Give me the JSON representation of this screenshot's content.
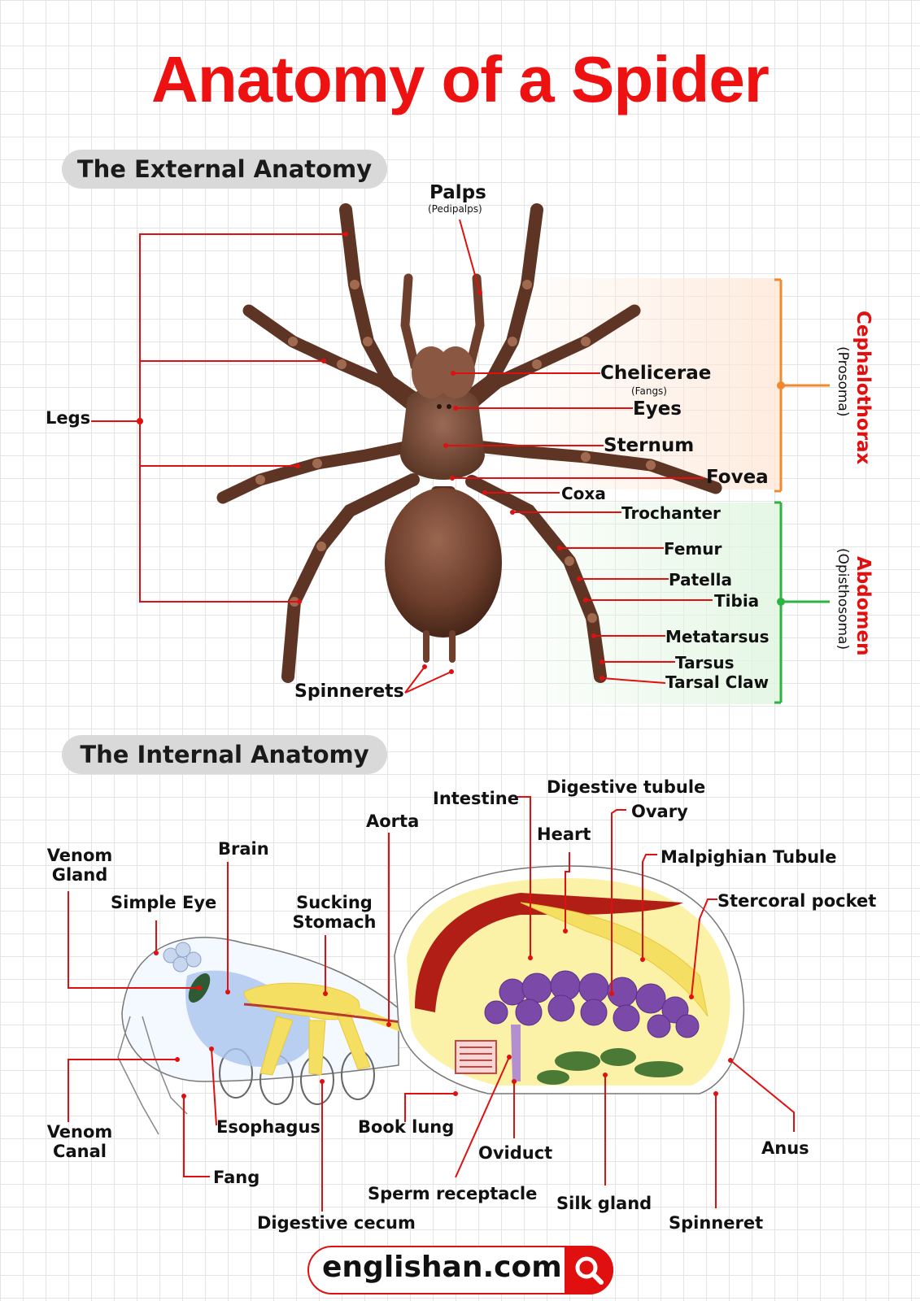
{
  "title": "Anatomy of a Spider",
  "external": {
    "heading": "The External Anatomy",
    "labels": {
      "palps": "Palps",
      "palps_sub": "(Pedipalps)",
      "legs": "Legs",
      "chelicerae": "Chelicerae",
      "chelicerae_sub": "(Fangs)",
      "eyes": "Eyes",
      "sternum": "Sternum",
      "fovea": "Fovea",
      "coxa": "Coxa",
      "trochanter": "Trochanter",
      "femur": "Femur",
      "patella": "Patella",
      "tibia": "Tibia",
      "metatarsus": "Metatarsus",
      "tarsus": "Tarsus",
      "tarsal_claw": "Tarsal Claw",
      "spinnerets": "Spinnerets"
    },
    "regions": {
      "cephalothorax": "Cephalothorax",
      "cephalothorax_sub": "(Prosoma)",
      "abdomen": "Abdomen",
      "abdomen_sub": "(Opisthosoma)"
    }
  },
  "internal": {
    "heading": "The Internal Anatomy",
    "labels": {
      "venom_gland": "Venom Gland",
      "brain": "Brain",
      "simple_eye": "Simple Eye",
      "sucking_stomach": "Sucking Stomach",
      "aorta": "Aorta",
      "intestine": "Intestine",
      "digestive_tubule": "Digestive tubule",
      "ovary": "Ovary",
      "heart": "Heart",
      "malpighian_tubule": "Malpighian Tubule",
      "stercoral_pocket": "Stercoral pocket",
      "venom_canal": "Venom Canal",
      "esophagus": "Esophagus",
      "fang": "Fang",
      "digestive_cecum": "Digestive cecum",
      "book_lung": "Book lung",
      "oviduct": "Oviduct",
      "sperm_receptacle": "Sperm receptacle",
      "silk_gland": "Silk gland",
      "anus": "Anus",
      "spinneret": "Spinneret"
    }
  },
  "brand": {
    "text": "englishan.com",
    "icon": "search-icon"
  },
  "colors": {
    "title": "#ee1111",
    "leader": "#e01010",
    "cephalothorax_bracket": "#f08a30",
    "abdomen_bracket": "#2db342",
    "spider_body": "#7a4a35"
  }
}
